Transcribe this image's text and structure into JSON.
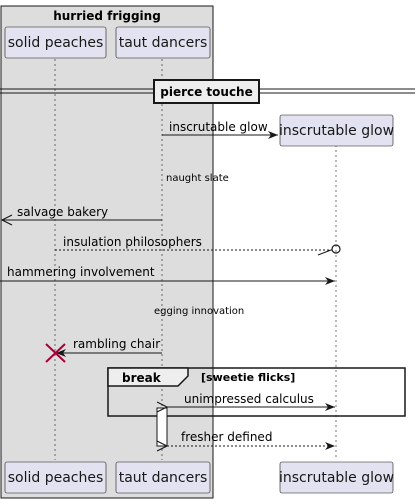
{
  "group": {
    "title": "hurried frigging"
  },
  "participants": {
    "p1": "solid peaches",
    "p2": "taut dancers",
    "p3": "inscrutable glow"
  },
  "divider": {
    "label": "pierce touche"
  },
  "messages": {
    "m1": "inscrutable glow",
    "m2": "salvage bakery",
    "m3": "insulation philosophers",
    "m4": "hammering involvement",
    "m5": "rambling chair",
    "m6": "unimpressed calculus",
    "m7": "fresher defined"
  },
  "delays": {
    "d1": "naught slate",
    "d2": "egging innovation"
  },
  "fragment": {
    "keyword": "break",
    "condition": "[sweetie flicks]"
  },
  "colors": {
    "group_fill": "#dddddd",
    "participant_fill": "#e2e2f0",
    "line": "#181818",
    "destroy": "#a80036"
  }
}
